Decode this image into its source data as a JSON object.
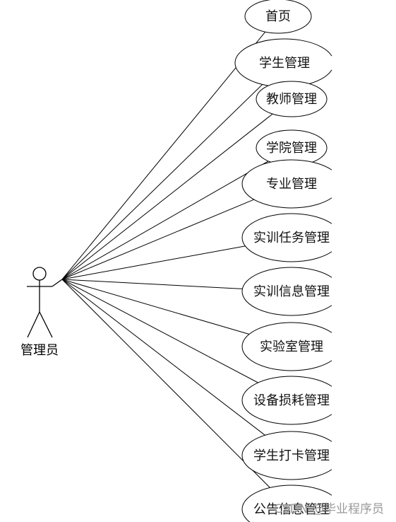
{
  "actor": {
    "label": "管理员"
  },
  "use_cases": [
    {
      "label": "首页"
    },
    {
      "label": "学生管理"
    },
    {
      "label": "教师管理"
    },
    {
      "label": "学院管理"
    },
    {
      "label": "专业管理"
    },
    {
      "label": "实训任务管理"
    },
    {
      "label": "实训信息管理"
    },
    {
      "label": "实验室管理"
    },
    {
      "label": "设备损耗管理"
    },
    {
      "label": "学生打卡管理"
    },
    {
      "label": "公告信息管理"
    }
  ],
  "watermark": {
    "text": "CSDN @毕业程序员"
  },
  "colors": {
    "line": "#000000",
    "ellipse_fill": "#ffffff",
    "watermark": "#9a9a9a"
  }
}
